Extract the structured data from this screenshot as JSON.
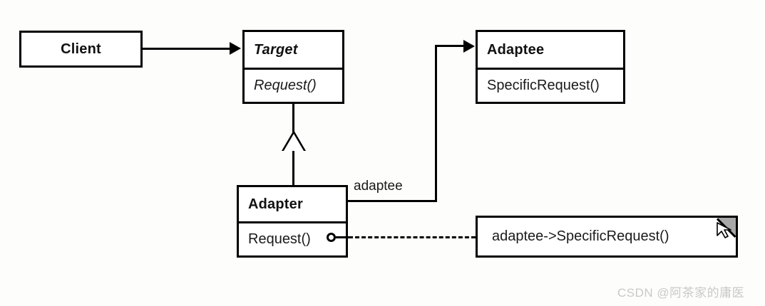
{
  "diagram": {
    "type": "uml-class-diagram",
    "pattern": "Adapter",
    "background_color": "#fdfdfb",
    "line_color": "#000000",
    "fold_color": "#a8a8a8"
  },
  "classes": {
    "client": {
      "name": "Client",
      "stereotype": "concrete",
      "compartments": []
    },
    "target": {
      "name": "Target",
      "stereotype": "abstract",
      "operations": [
        "Request()"
      ]
    },
    "adaptee": {
      "name": "Adaptee",
      "stereotype": "concrete",
      "operations": [
        "SpecificRequest()"
      ]
    },
    "adapter": {
      "name": "Adapter",
      "stereotype": "concrete",
      "operations": [
        "Request()"
      ]
    }
  },
  "relations": {
    "client_to_target": {
      "kind": "association",
      "arrow": "filled-arrowhead",
      "from": "Client",
      "to": "Target"
    },
    "adapter_to_target": {
      "kind": "generalization",
      "arrow": "hollow-triangle",
      "from": "Adapter",
      "to": "Target"
    },
    "adapter_to_adaptee": {
      "kind": "association",
      "arrow": "filled-arrowhead",
      "from": "Adapter",
      "to": "Adaptee",
      "role_label": "adaptee"
    },
    "adapter_request_note": {
      "kind": "note-anchor",
      "arrow": "dashed",
      "from": "Request()",
      "to": "note"
    }
  },
  "note": {
    "text": "adaptee->SpecificRequest()",
    "has_folded_corner": true
  },
  "watermark": {
    "text": "CSDN @阿茶家的庸医"
  }
}
